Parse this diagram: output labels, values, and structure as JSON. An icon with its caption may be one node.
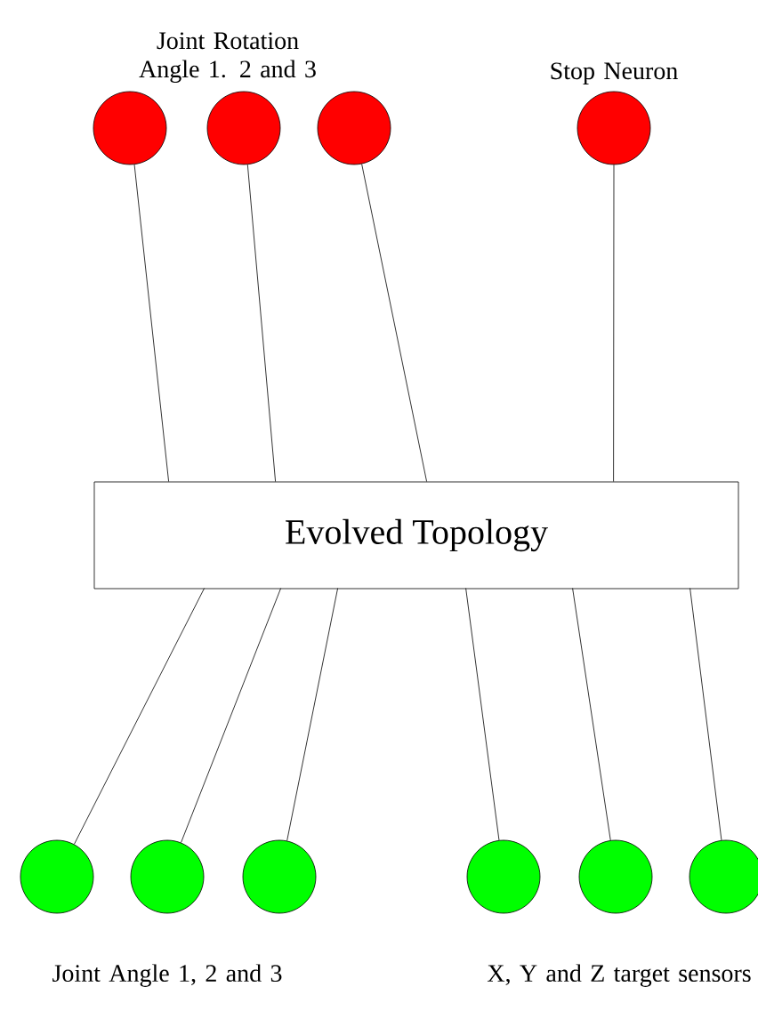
{
  "diagram": {
    "nodes": [
      {
        "text": [],
        "shape": "circle"
      },
      {
        "text": [],
        "shape": "circle"
      },
      {
        "text": [],
        "shape": "circle"
      },
      {
        "text": [],
        "shape": "circle"
      },
      {
        "text": [
          "Evolved Topology"
        ]
      },
      {
        "text": [],
        "shape": "circle"
      },
      {
        "text": [],
        "shape": "circle"
      },
      {
        "text": [],
        "shape": "circle"
      },
      {
        "text": [],
        "shape": "circle"
      },
      {
        "text": [],
        "shape": "circle"
      },
      {
        "text": [],
        "shape": "circle"
      }
    ],
    "edges": [
      {
        "from": 0,
        "to": 4,
        "arrow": "none"
      },
      {
        "from": 1,
        "to": 4,
        "arrow": "none"
      },
      {
        "from": 2,
        "to": 4,
        "arrow": "none"
      },
      {
        "from": 3,
        "to": 4,
        "arrow": "none"
      },
      {
        "from": 4,
        "to": 5,
        "arrow": "none"
      },
      {
        "from": 4,
        "to": 6,
        "arrow": "none"
      },
      {
        "from": 4,
        "to": 7,
        "arrow": "none"
      },
      {
        "from": 4,
        "to": 8,
        "arrow": "none"
      },
      {
        "from": 4,
        "to": 9,
        "arrow": "none"
      },
      {
        "from": 4,
        "to": 10,
        "arrow": "none"
      }
    ],
    "labels": [
      "Joint Rotation Angle 1. 2 and 3",
      "Stop Neuron",
      "Joint Angle 1, 2 and 3",
      "X, Y and Z target sensors"
    ]
  }
}
